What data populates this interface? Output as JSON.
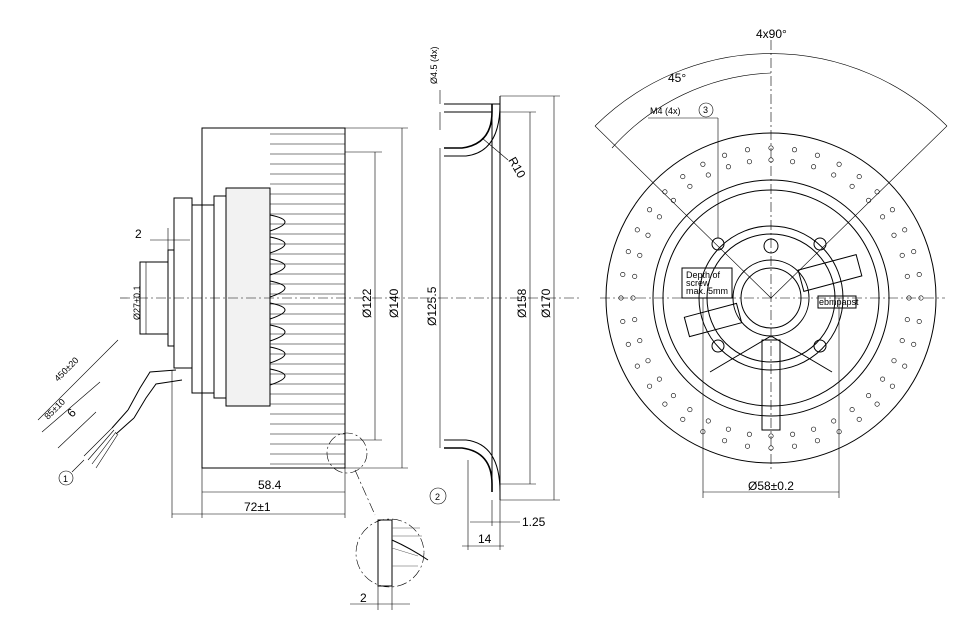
{
  "labels": {
    "mount_hole": "Ø4.5 (4x)",
    "radius": "R10",
    "dim_2_top": "2",
    "hub_dia": "Ø27±0.1",
    "cable_len": "450±20",
    "strip_len": "85±10",
    "wire_len": "6",
    "callout_1": "1",
    "dia_122": "Ø122",
    "dia_140": "Ø140",
    "len_584": "58.4",
    "len_72": "72±1",
    "dia_1255": "Ø125.5",
    "dia_158": "Ø158",
    "dia_170": "Ø170",
    "dim_125": "1.25",
    "dim_14": "14",
    "callout_2": "2",
    "dim_2_bottom": "2",
    "angle_4x90": "4x90°",
    "angle_45": "45°",
    "m4": "M4 (4x)",
    "callout_3": "3",
    "note_depth_1": "Depth of",
    "note_depth_2": "screw",
    "note_depth_3": "max. 5mm",
    "dia_58": "Ø58±0.2",
    "brand": "ebmpapst"
  }
}
